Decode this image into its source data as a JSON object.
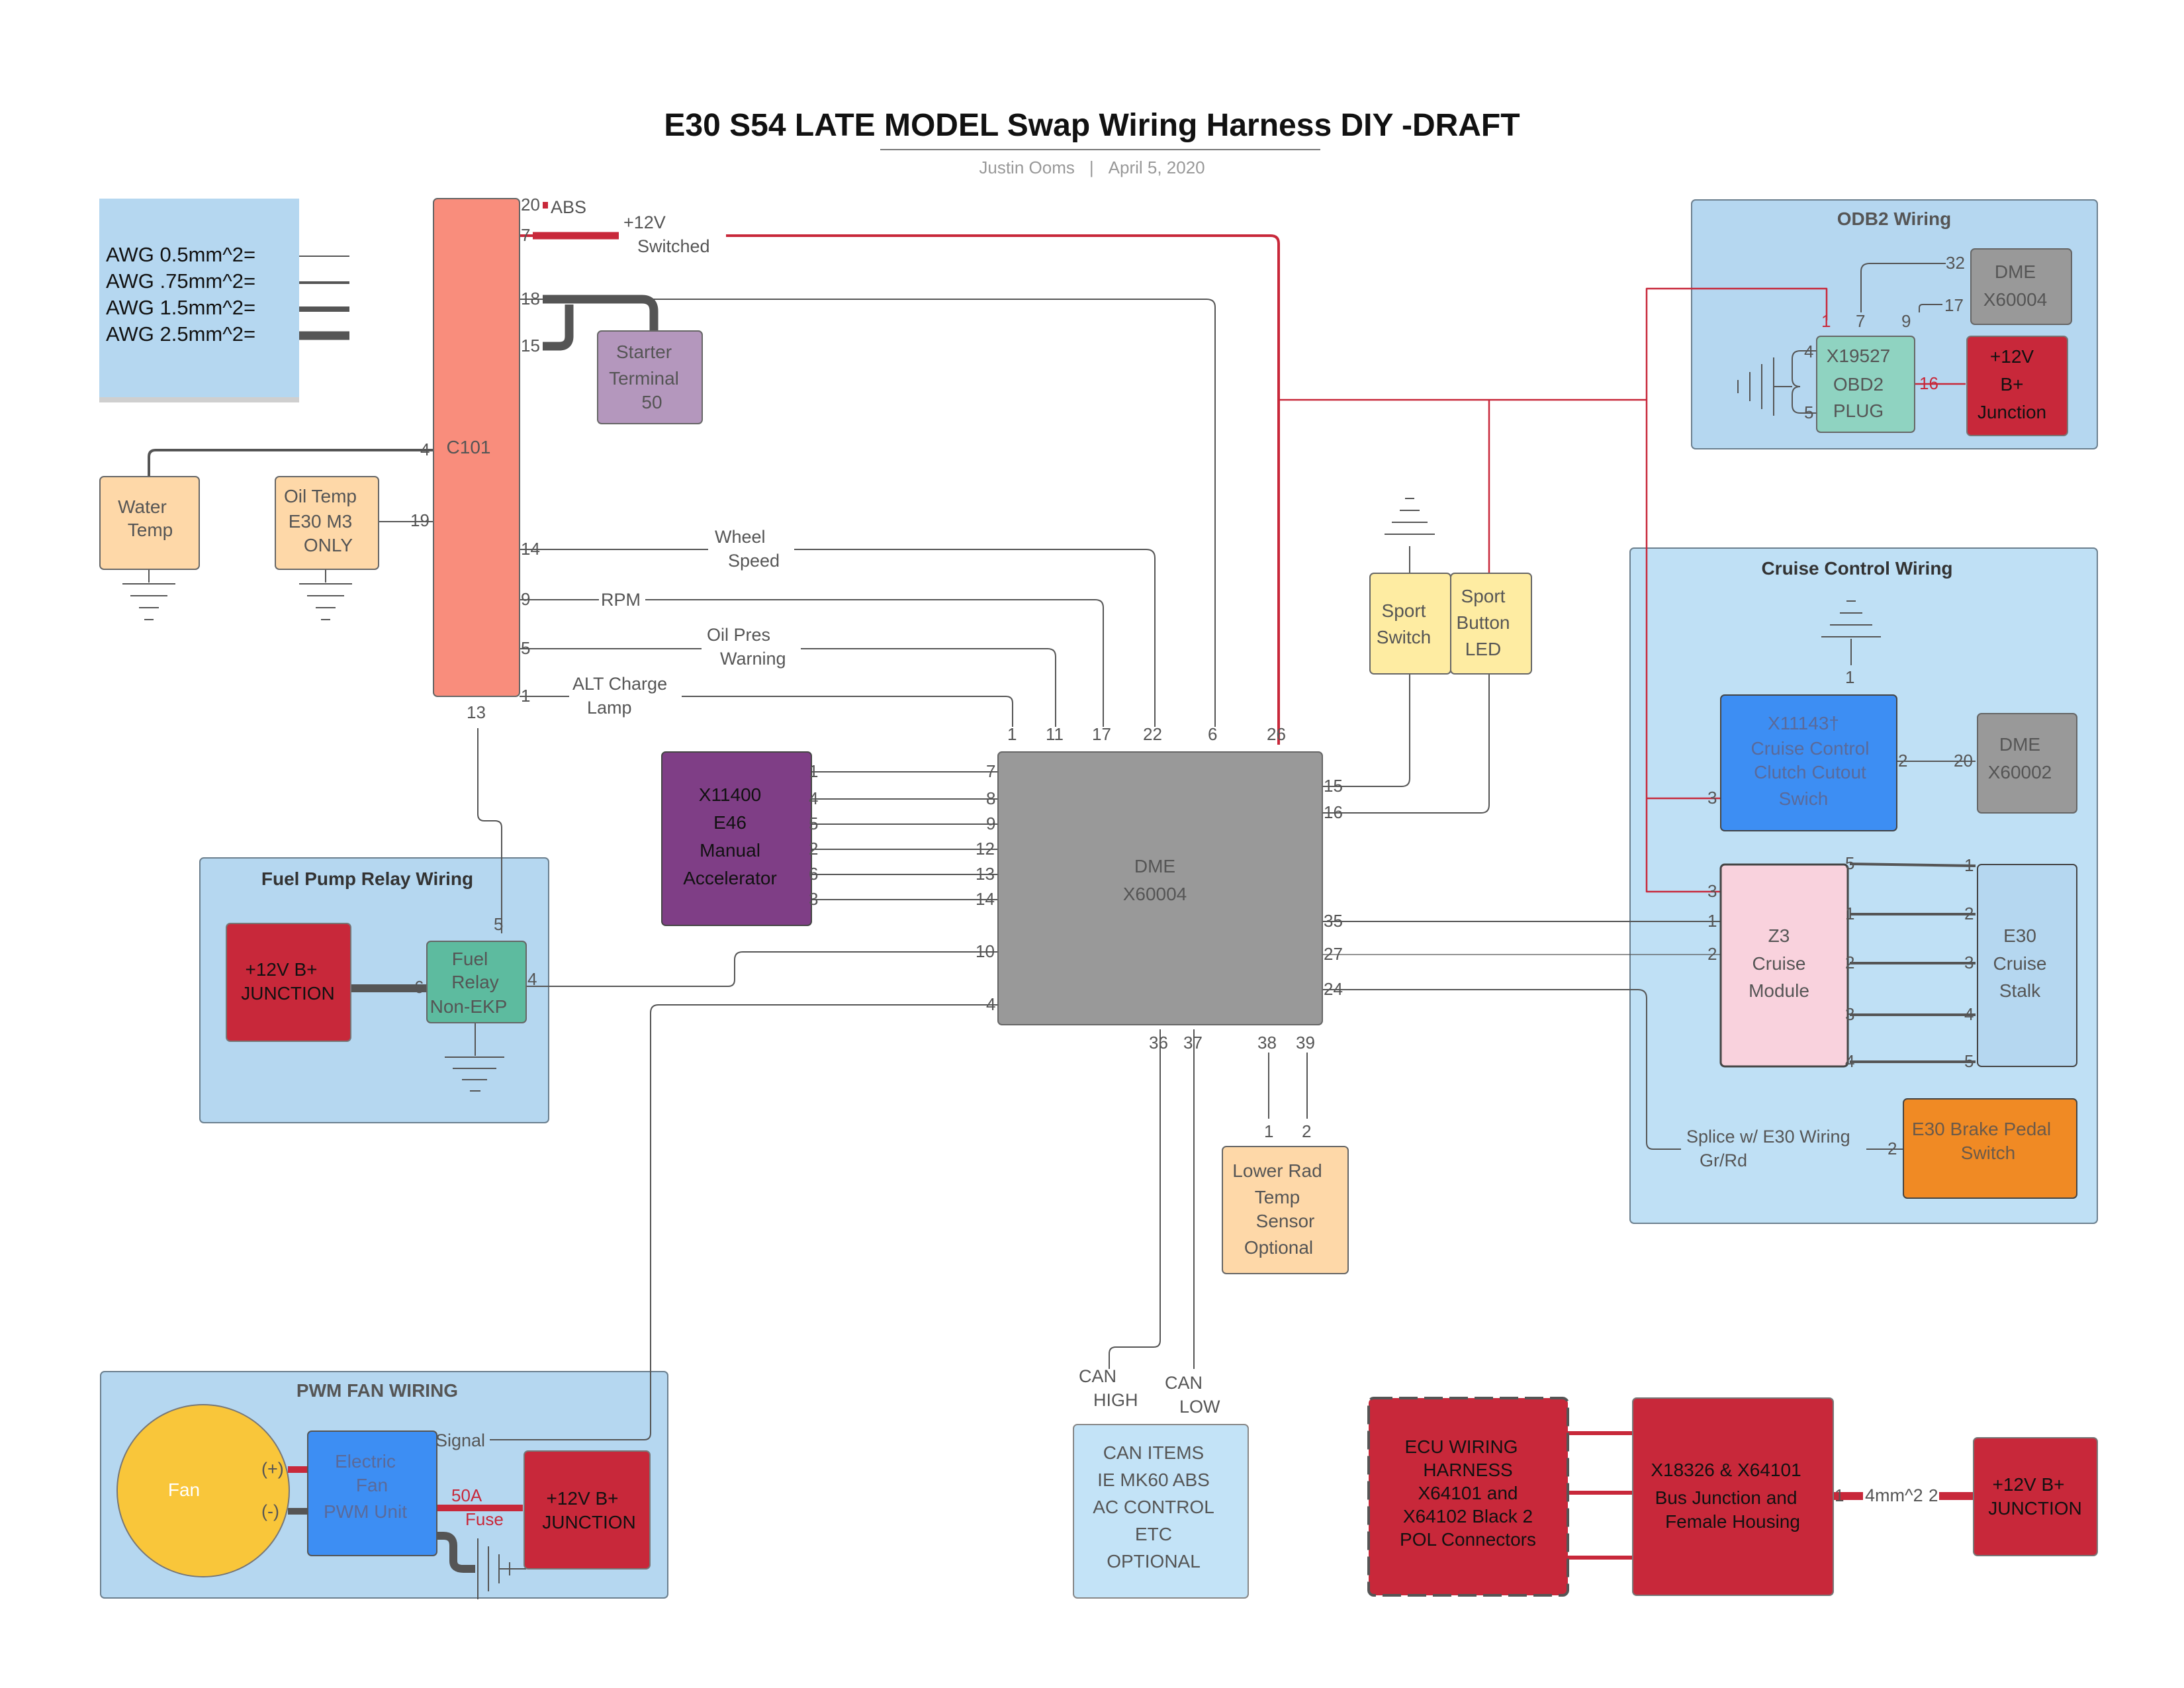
{
  "title": "E30 S54 LATE MODEL Swap Wiring Harness DIY -DRAFT",
  "author": "Justin Ooms",
  "separator": "|",
  "date": "April 5, 2020",
  "legend": [
    "AWG 0.5mm^2=",
    "AWG .75mm^2=",
    "AWG 1.5mm^2=",
    "AWG 2.5mm^2="
  ],
  "colors": {
    "red_wire": "#c8283a",
    "wire": "#555555",
    "group_fill": "#b5d7f0",
    "group_stroke": "#6b7f8e"
  },
  "groups": {
    "odb2": "ODB2 Wiring",
    "cruise": "Cruise Control Wiring",
    "fuel": "Fuel Pump Relay Wiring",
    "fan": "PWM FAN WIRING"
  },
  "boxes": {
    "c101": [
      "C101"
    ],
    "starter": [
      "Starter",
      "Terminal",
      "50"
    ],
    "water_temp": [
      "Water",
      "Temp"
    ],
    "oil_temp": [
      "Oil Temp",
      "E30 M3",
      "ONLY"
    ],
    "accelerator": [
      "X11400",
      "E46",
      "Manual",
      "Accelerator"
    ],
    "dme": [
      "DME",
      "X60004"
    ],
    "sport_switch": [
      "Sport",
      "Switch"
    ],
    "sport_led": [
      "Sport",
      "Button",
      "LED"
    ],
    "dme_odb": [
      "DME",
      "X60004"
    ],
    "obd2_plug": [
      "X19527",
      "OBD2",
      "PLUG"
    ],
    "b_junction_odb": [
      "+12V",
      "B+",
      "Junction"
    ],
    "clutch_switch": [
      "X11143†",
      "Cruise Control",
      "Clutch Cutout",
      "Swich"
    ],
    "dme_cruise": [
      "DME",
      "X60002"
    ],
    "z3_module": [
      "Z3",
      "Cruise",
      "Module"
    ],
    "e30_stalk": [
      "E30",
      "Cruise",
      "Stalk"
    ],
    "brake_switch": [
      "E30 Brake Pedal",
      "Switch"
    ],
    "b_junction_fuel": [
      "+12V B+",
      "JUNCTION"
    ],
    "fuel_relay": [
      "Fuel",
      "Relay",
      "Non-EKP"
    ],
    "lower_rad": [
      "Lower Rad",
      "Temp",
      "Sensor",
      "Optional"
    ],
    "can_items": [
      "CAN ITEMS",
      "IE MK60 ABS",
      "AC CONTROL",
      "ETC",
      "OPTIONAL"
    ],
    "fan": [
      "Fan"
    ],
    "fan_pwm": [
      "Electric",
      "Fan",
      "PWM Unit"
    ],
    "b_junction_fan": [
      "+12V B+",
      "JUNCTION"
    ],
    "ecu_harness": [
      "ECU WIRING",
      "HARNESS",
      "X64101 and",
      "X64102 Black 2",
      "POL Connectors"
    ],
    "bus_junction": [
      "X18326 & X64101",
      "Bus Junction and",
      "Female Housing"
    ],
    "b_junction_bus": [
      "+12V B+",
      "JUNCTION"
    ]
  },
  "wire_labels": {
    "abs": "ABS",
    "switched": [
      "+12V",
      "Switched"
    ],
    "wheel_speed": [
      "Wheel",
      "Speed"
    ],
    "rpm": "RPM",
    "oil_pres": [
      "Oil Pres",
      "Warning"
    ],
    "alt": [
      "ALT Charge",
      "Lamp"
    ],
    "signal": "Signal",
    "fuse": [
      "50A",
      "Fuse"
    ],
    "fan_plus": "(+)",
    "fan_minus": "(-)",
    "can_high": [
      "CAN",
      "HIGH"
    ],
    "can_low": [
      "CAN",
      "LOW"
    ],
    "splice": [
      "Splice w/ E30 Wiring",
      "Gr/Rd"
    ],
    "four_mm": "4mm^2"
  },
  "pins": {
    "c101": [
      "20",
      "7",
      "18",
      "15",
      "4",
      "19",
      "14",
      "9",
      "5",
      "1",
      "13"
    ],
    "dme_top": [
      "1",
      "11",
      "17",
      "22",
      "6",
      "26"
    ],
    "dme_left": [
      "7",
      "8",
      "9",
      "12",
      "13",
      "14",
      "10",
      "4"
    ],
    "acc_right": [
      "1",
      "4",
      "5",
      "2",
      "6",
      "3"
    ],
    "dme_right": [
      "15",
      "16",
      "35",
      "27",
      "24"
    ],
    "dme_bottom": [
      "36",
      "37",
      "38",
      "39"
    ],
    "rad": [
      "1",
      "2"
    ],
    "odb": [
      "32",
      "17",
      "1",
      "7",
      "9",
      "4",
      "5",
      "16"
    ],
    "cruise": [
      "1",
      "2",
      "20",
      "3",
      "3",
      "1",
      "2"
    ],
    "z3_right": [
      "5",
      "1",
      "2",
      "3",
      "4"
    ],
    "stalk_left": [
      "1",
      "2",
      "3",
      "4",
      "5"
    ],
    "brake": [
      "2"
    ],
    "fuel": [
      "5",
      "4",
      "6"
    ],
    "bus": [
      "1",
      "2"
    ]
  }
}
